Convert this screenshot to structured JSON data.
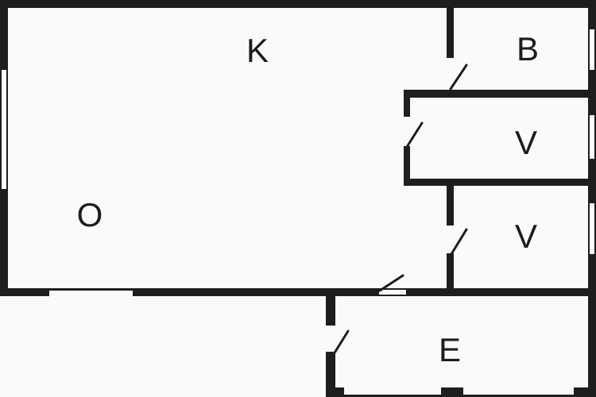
{
  "colors": {
    "wall": "#201d1d",
    "background": "#fbfaf8",
    "ink": "#1d1b1b"
  },
  "rooms": [
    {
      "id": "k",
      "label": "K"
    },
    {
      "id": "b",
      "label": "B"
    },
    {
      "id": "v-upper",
      "label": "V"
    },
    {
      "id": "v-lower",
      "label": "V"
    },
    {
      "id": "o",
      "label": "O"
    },
    {
      "id": "e",
      "label": "E"
    }
  ]
}
